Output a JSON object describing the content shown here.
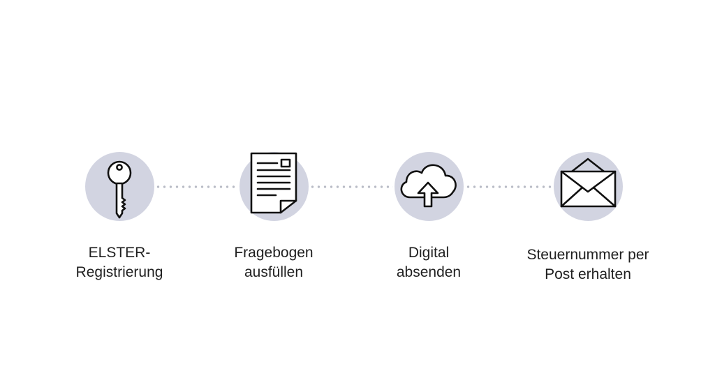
{
  "steps": [
    {
      "icon": "key-icon",
      "label_lines": [
        "ELSTER-",
        "Registrierung"
      ]
    },
    {
      "icon": "document-icon",
      "label_lines": [
        "Fragebogen",
        "ausfüllen"
      ]
    },
    {
      "icon": "cloud-upload-icon",
      "label_lines": [
        "Digital",
        "absenden"
      ]
    },
    {
      "icon": "envelope-icon",
      "label_lines": [
        "Steuernummer per",
        "Post erhalten"
      ]
    }
  ],
  "colors": {
    "circle_fill": "#d2d4e1",
    "icon_stroke": "#111111",
    "connector_dots": "#b9bcc6",
    "text": "#1f1f1f"
  }
}
